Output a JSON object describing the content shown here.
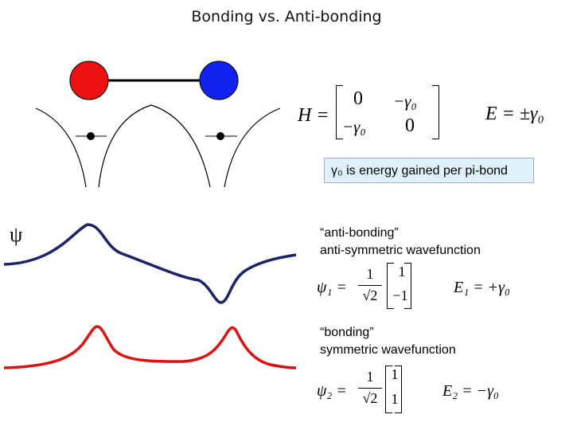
{
  "title": "Bonding vs. Anti-bonding",
  "colors": {
    "atom_left": "#ee1111",
    "atom_right": "#1122ee",
    "antibonding_wave": "#1a2466",
    "bonding_wave": "#dd1111"
  },
  "psi_symbol": "ψ",
  "hamiltonian": {
    "lhs": "H =",
    "m11": "0",
    "m12": "−γ₀",
    "m21": "−γ₀",
    "m22": "0",
    "energy": "E = ±γ₀"
  },
  "gamma_note": "γ₀ is energy gained per pi-bond",
  "antibonding": {
    "quote": "“anti-bonding”",
    "desc": "anti-symmetric wavefunction",
    "psi": "ψ₁ =",
    "frac_num": "1",
    "frac_den": "√2",
    "vec_top": "1",
    "vec_bottom": "−1",
    "energy": "E₁ = +γ₀"
  },
  "bonding": {
    "quote": "“bonding”",
    "desc": "symmetric wavefunction",
    "psi": "ψ₂ =",
    "frac_num": "1",
    "frac_den": "√2",
    "vec_top": "1",
    "vec_bottom": "1",
    "energy": "E₂ = −γ₀"
  }
}
